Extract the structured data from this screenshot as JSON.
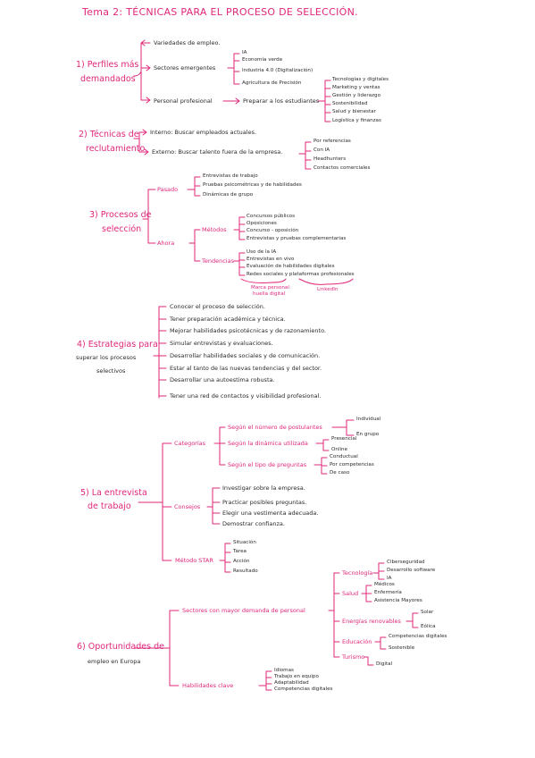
{
  "title": "Tema 2: TÉCNICAS PARA EL PROCESO DE SELECCIÓN.",
  "s1": {
    "head1": "1) Perfiles más",
    "head2": "demandados",
    "a": "Variedades de empleo.",
    "b": "Sectores emergentes",
    "b_items": [
      "IA",
      "Economía verde",
      "Industria 4.0 (Digitalización)",
      "Agricultura de Precisión"
    ],
    "c": "Personal profesional",
    "c_mid": "Preparar a los estudiantes",
    "c_items": [
      "Tecnologías y digitales",
      "Marketing y ventas",
      "Gestión y liderazgo",
      "Sostenibilidad",
      "Salud y bienestar",
      "Logística y finanzas"
    ]
  },
  "s2": {
    "head1": "2) Técnicas de",
    "head2": "reclutamiento",
    "a": "Interno: Buscar empleados actuales.",
    "b": "Externo: Buscar talento fuera de la empresa.",
    "b_items": [
      "Por referencias",
      "Con IA",
      "Headhunters",
      "Contactos comerciales"
    ]
  },
  "s3": {
    "head1": "3) Procesos de",
    "head2": "selección",
    "pasado": "Pasado",
    "pasado_items": [
      "Entrevistas de trabajo",
      "Pruebas psicométricas y de habilidades",
      "Dinámicas de grupo"
    ],
    "ahora": "Ahora",
    "metodos": "Métodos",
    "metodos_items": [
      "Concursos públicos",
      "Oposiciones",
      "Concurso - oposición",
      "Entrevistas y pruebas complementarias"
    ],
    "tendencias": "Tendencias",
    "tendencias_items": [
      "Uso de la IA",
      "Entrevistas en vivo",
      "Evaluación de habilidades digitales",
      "Redes sociales y plataformas profesionales"
    ],
    "note1a": "Marca personal",
    "note1b": "huella digital",
    "note2": "LinkedIn"
  },
  "s4": {
    "head1": "4) Estrategias para",
    "head2": "superar los procesos",
    "head3": "selectivos",
    "items": [
      "Conocer el proceso de selección.",
      "Tener preparación académica y técnica.",
      "Mejorar habilidades psicotécnicas y de razonamiento.",
      "Simular entrevistas y evaluaciones.",
      "Desarrollar habilidades sociales y de comunicación.",
      "Estar al tanto de las nuevas tendencias y del sector.",
      "Desarrollar una autoestima robusta.",
      "Tener una red de contactos y visibilidad profesional."
    ]
  },
  "s5": {
    "head1": "5) La entrevista",
    "head2": "de trabajo",
    "categorias": "Categorías",
    "cat1": "Según el número de postulantes",
    "cat1_items": [
      "Individual",
      "En grupo"
    ],
    "cat2": "Según la dinámica utilizada",
    "cat2_items": [
      "Presencial",
      "Online"
    ],
    "cat3": "Según el tipo de preguntas",
    "cat3_items": [
      "Conductual",
      "Por competencias",
      "De caso"
    ],
    "consejos": "Consejos",
    "consejos_items": [
      "Investigar sobre la empresa.",
      "Practicar posibles preguntas.",
      "Elegir una vestimenta adecuada.",
      "Demostrar confianza."
    ],
    "star": "Método STAR",
    "star_items": [
      "Situación",
      "Tarea",
      "Acción",
      "Resultado"
    ]
  },
  "s6": {
    "head1": "6) Oportunidades de",
    "head2": "empleo en Europa",
    "sectores": "Sectores con mayor demanda de personal",
    "tec": "Tecnología",
    "tec_items": [
      "Ciberseguridad",
      "Desarrollo software",
      "IA"
    ],
    "salud": "Salud",
    "salud_items": [
      "Médicos",
      "Enfermería",
      "Asistencia Mayores"
    ],
    "energias": "Energías renovables",
    "energias_items": [
      "Solar",
      "Eólica"
    ],
    "educacion": "Educación",
    "educacion_items": [
      "Competencias digitales",
      "Sostenible"
    ],
    "turismo": "Turismo",
    "turismo_items": [
      "Digital"
    ],
    "habilidades": "Habilidades clave",
    "habilidades_items": [
      "Idiomas",
      "Trabajo en equipo",
      "Adaptabilidad",
      "Competencias digitales"
    ]
  }
}
